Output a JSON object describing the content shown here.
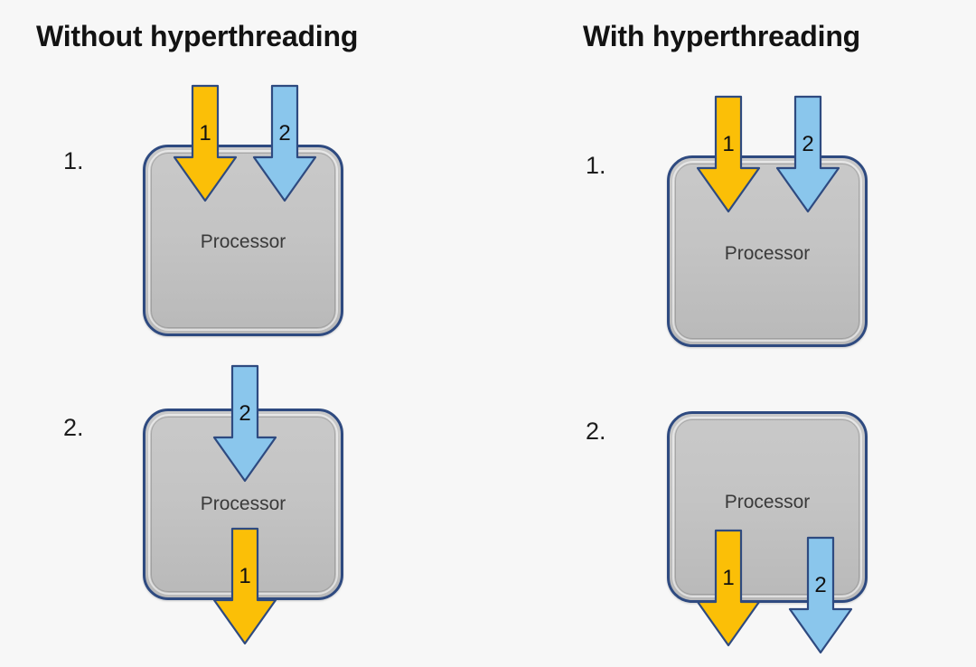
{
  "page": {
    "background": "#f7f7f7",
    "topic": "Hyperthreading comparison diagram"
  },
  "palette": {
    "arrow_yellow_fill": "#FBBF07",
    "arrow_blue_fill": "#8AC6EC",
    "arrow_stroke": "#2e4a80",
    "box_border": "#2e4a80",
    "box_fill_top": "#c9c9c9",
    "box_fill_bottom": "#b9b9b9",
    "text_dark": "#131313",
    "processor_label_color": "#3a3a3a"
  },
  "columns": [
    {
      "id": "without",
      "title": "Without hyperthreading",
      "steps": [
        {
          "number": "1.",
          "box_label": "Processor",
          "arrows": [
            {
              "id": "l1-a1",
              "label": "1",
              "color": "yellow",
              "direction": "down",
              "role": "entering"
            },
            {
              "id": "l1-a2",
              "label": "2",
              "color": "blue",
              "direction": "down",
              "role": "entering"
            }
          ]
        },
        {
          "number": "2.",
          "box_label": "Processor",
          "arrows": [
            {
              "id": "l2-a1",
              "label": "2",
              "color": "blue",
              "direction": "down",
              "role": "entering"
            },
            {
              "id": "l2-a2",
              "label": "1",
              "color": "yellow",
              "direction": "down",
              "role": "exiting"
            }
          ]
        }
      ]
    },
    {
      "id": "with",
      "title": "With hyperthreading",
      "steps": [
        {
          "number": "1.",
          "box_label": "Processor",
          "arrows": [
            {
              "id": "r1-a1",
              "label": "1",
              "color": "yellow",
              "direction": "down",
              "role": "entering"
            },
            {
              "id": "r1-a2",
              "label": "2",
              "color": "blue",
              "direction": "down",
              "role": "entering"
            }
          ]
        },
        {
          "number": "2.",
          "box_label": "Processor",
          "arrows": [
            {
              "id": "r2-a1",
              "label": "1",
              "color": "yellow",
              "direction": "down",
              "role": "exiting"
            },
            {
              "id": "r2-a2",
              "label": "2",
              "color": "blue",
              "direction": "down",
              "role": "exiting"
            }
          ]
        }
      ]
    }
  ]
}
